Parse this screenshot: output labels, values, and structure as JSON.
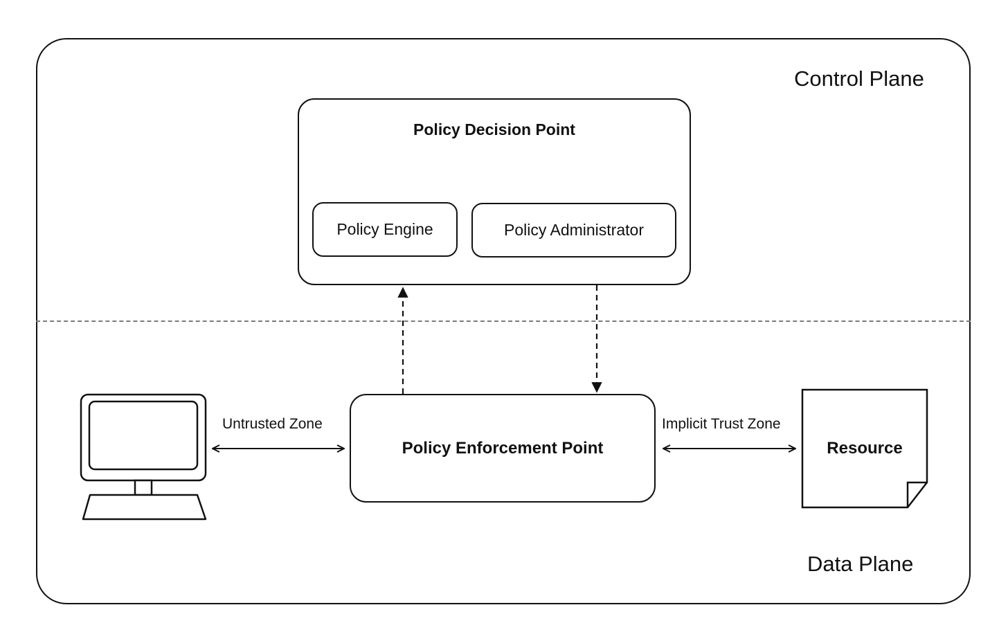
{
  "planes": {
    "control": "Control Plane",
    "data": "Data Plane"
  },
  "policy_decision_point": {
    "title": "Policy Decision Point",
    "components": {
      "engine": "Policy Engine",
      "administrator": "Policy Administrator"
    }
  },
  "policy_enforcement_point": {
    "title": "Policy Enforcement Point"
  },
  "zones": {
    "untrusted": "Untrusted Zone",
    "implicit_trust": "Implicit Trust Zone"
  },
  "resource": {
    "label": "Resource"
  },
  "icons": {
    "subject": "computer-icon",
    "resource": "document-icon"
  }
}
